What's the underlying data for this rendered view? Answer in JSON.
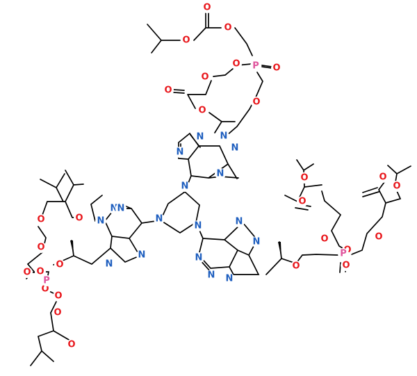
{
  "colors": {
    "N": "#1f5fbf",
    "O": "#e8161b",
    "P": "#e0559d",
    "bond": "#000000"
  },
  "structure": {
    "atoms": [
      {
        "id": "o1",
        "el": "O"
      },
      {
        "id": "o2",
        "el": "O"
      },
      {
        "id": "o3",
        "el": "O"
      },
      {
        "id": "o4",
        "el": "O"
      },
      {
        "id": "p1",
        "el": "P"
      },
      {
        "id": "o5",
        "el": "O"
      },
      {
        "id": "o6",
        "el": "O"
      },
      {
        "id": "o7",
        "el": "O"
      },
      {
        "id": "o8",
        "el": "O"
      },
      {
        "id": "o9",
        "el": "O"
      },
      {
        "id": "n1",
        "el": "N"
      },
      {
        "id": "n2",
        "el": "N"
      },
      {
        "id": "n3",
        "el": "N"
      },
      {
        "id": "n4",
        "el": "N"
      },
      {
        "id": "n5",
        "el": "N"
      },
      {
        "id": "n6",
        "el": "N"
      },
      {
        "id": "n7",
        "el": "N"
      },
      {
        "id": "n8",
        "el": "N"
      },
      {
        "id": "n9",
        "el": "N"
      },
      {
        "id": "n10",
        "el": "N"
      },
      {
        "id": "n11",
        "el": "N"
      },
      {
        "id": "n12",
        "el": "N"
      },
      {
        "id": "n13",
        "el": "N"
      },
      {
        "id": "n14",
        "el": "N"
      },
      {
        "id": "n15",
        "el": "N"
      },
      {
        "id": "n16",
        "el": "N"
      },
      {
        "id": "n17",
        "el": "N"
      },
      {
        "id": "n18",
        "el": "N"
      },
      {
        "id": "o10",
        "el": "O"
      },
      {
        "id": "o11",
        "el": "O"
      },
      {
        "id": "o12",
        "el": "O"
      },
      {
        "id": "o13",
        "el": "O"
      },
      {
        "id": "o14",
        "el": "O"
      },
      {
        "id": "p2",
        "el": "P"
      },
      {
        "id": "o15",
        "el": "O"
      },
      {
        "id": "o16",
        "el": "O"
      },
      {
        "id": "o17",
        "el": "O"
      },
      {
        "id": "o18",
        "el": "O"
      },
      {
        "id": "o19",
        "el": "O"
      },
      {
        "id": "o20",
        "el": "O"
      },
      {
        "id": "o21",
        "el": "O"
      },
      {
        "id": "o22",
        "el": "O"
      },
      {
        "id": "o23",
        "el": "O"
      },
      {
        "id": "o24",
        "el": "O"
      },
      {
        "id": "o25",
        "el": "O"
      },
      {
        "id": "p3",
        "el": "P"
      },
      {
        "id": "o26",
        "el": "O"
      },
      {
        "id": "o27",
        "el": "O"
      },
      {
        "id": "o28",
        "el": "O"
      }
    ]
  }
}
